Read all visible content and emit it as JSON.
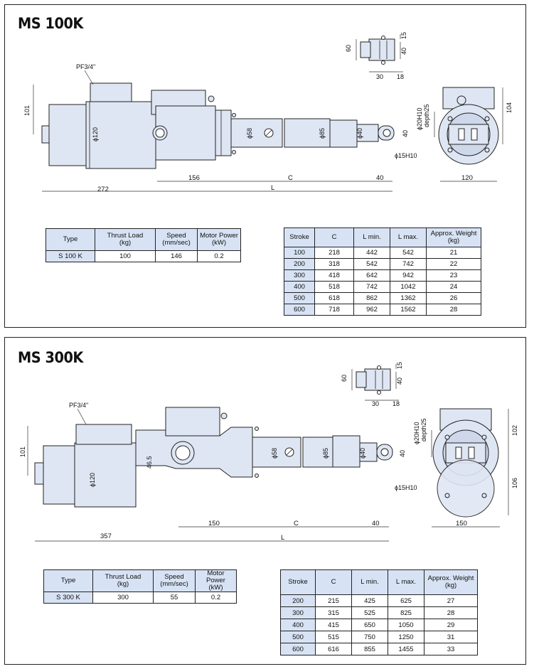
{
  "ms100k": {
    "title": "MS 100K",
    "dims": {
      "pf": "PF3/4\"",
      "d101": "101",
      "d120": "ϕ120",
      "d58": "ϕ58",
      "d85": "ϕ85",
      "d40": "ϕ40",
      "d40b": "40",
      "d15h10": "ϕ15H10",
      "d20h10": "ϕ20H10",
      "depth25": "depth25",
      "d104": "104",
      "d120w": "120",
      "d272": "272",
      "d156": "156",
      "dC": "C",
      "dL": "L",
      "d40c": "40",
      "c60": "60",
      "c15": "15",
      "c40": "40",
      "c30": "30",
      "c18": "18"
    },
    "spec_table": {
      "headers": [
        "Type",
        "Thrust Load\n(kg)",
        "Speed\n(mm/sec)",
        "Motor Power\n(kW)"
      ],
      "row": [
        "S  100  K",
        "100",
        "146",
        "0.2"
      ]
    },
    "stroke_table": {
      "headers": [
        "Stroke",
        "C",
        "L  min.",
        "L  max.",
        "Approx. Weight\n(kg)"
      ],
      "rows": [
        [
          "100",
          "218",
          "442",
          "542",
          "21"
        ],
        [
          "200",
          "318",
          "542",
          "742",
          "22"
        ],
        [
          "300",
          "418",
          "642",
          "942",
          "23"
        ],
        [
          "400",
          "518",
          "742",
          "1042",
          "24"
        ],
        [
          "500",
          "618",
          "862",
          "1362",
          "26"
        ],
        [
          "600",
          "718",
          "962",
          "1562",
          "28"
        ]
      ]
    }
  },
  "ms300k": {
    "title": "MS 300K",
    "dims": {
      "pf": "PF3/4\"",
      "d101": "101",
      "d120": "ϕ120",
      "d465": "46.5",
      "d58": "ϕ58",
      "d85": "ϕ85",
      "d40": "ϕ40",
      "d40b": "40",
      "d15h10": "ϕ15H10",
      "d20h10": "ϕ20H10",
      "depth25": "depth25",
      "d102": "102",
      "d106": "106",
      "d150w": "150",
      "d357": "357",
      "d150": "150",
      "dC": "C",
      "dL": "L",
      "d40c": "40",
      "c60": "60",
      "c15": "15",
      "c40": "40",
      "c30": "30",
      "c18": "18"
    },
    "spec_table": {
      "headers": [
        "Type",
        "Thrust Load\n(kg)",
        "Speed\n(mm/sec)",
        "Motor Power\n(kW)"
      ],
      "row": [
        "S  300  K",
        "300",
        "55",
        "0.2"
      ]
    },
    "stroke_table": {
      "headers": [
        "Stroke",
        "C",
        "L  min.",
        "L  max.",
        "Approx. Weight\n(kg)"
      ],
      "rows": [
        [
          "200",
          "215",
          "425",
          "625",
          "27"
        ],
        [
          "300",
          "315",
          "525",
          "825",
          "28"
        ],
        [
          "400",
          "415",
          "650",
          "1050",
          "29"
        ],
        [
          "500",
          "515",
          "750",
          "1250",
          "31"
        ],
        [
          "600",
          "616",
          "855",
          "1455",
          "33"
        ]
      ]
    }
  }
}
